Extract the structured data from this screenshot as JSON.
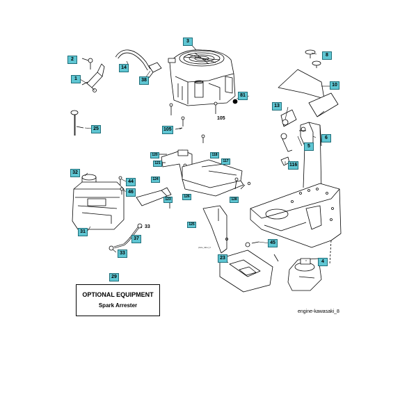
{
  "callouts": {
    "c1": "1",
    "c2": "2",
    "c3": "3",
    "c4": "4",
    "c5": "5",
    "c6": "6",
    "c8": "8",
    "c10": "10",
    "c13": "13",
    "c14": "14",
    "c23": "23",
    "c25": "25",
    "c29": "29",
    "c31": "31",
    "c32": "32",
    "c33": "33",
    "c37": "37",
    "c38": "38",
    "c44": "44",
    "c45": "45",
    "c46": "46",
    "c81": "81",
    "c105": "105",
    "c116": "116",
    "c117": "117",
    "c118": "118",
    "c120": "120",
    "c121": "121",
    "c123": "123",
    "c124": "124",
    "c125": "125",
    "c126": "126",
    "c128": "128"
  },
  "plain_labels": {
    "p105": "105",
    "p33": "33"
  },
  "optional_box": {
    "title": "OPTIONAL EQUIPMENT",
    "subtitle": "Spark Arrester"
  },
  "caption": "engine-kawasaki_8",
  "tiny_note": "plate_label_0",
  "colors": {
    "callout_fill": "#5fc6d3",
    "callout_border": "#1f6d78",
    "line": "#000000"
  }
}
